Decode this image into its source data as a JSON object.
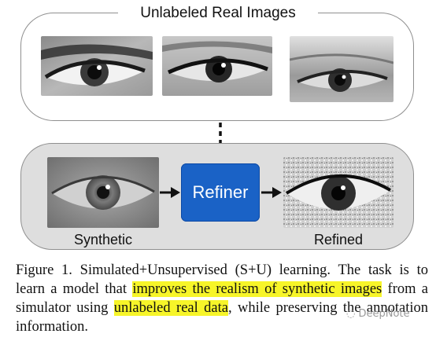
{
  "figure": {
    "real_images_title": "Unlabeled Real Images",
    "refiner_label": "Refiner",
    "synthetic_label": "Synthetic",
    "refined_label": "Refined",
    "refiner_color": "#1a62c6"
  },
  "caption": {
    "prefix": "Figure 1. Simulated+Unsupervised (S+U) learning. The task is to learn a model that ",
    "highlight1": "improves the realism of synthetic images",
    "middle": " from a simulator using ",
    "highlight2": "unlabeled real data",
    "suffix": ", while preserving the annotation information.",
    "highlight_color": "#f7f529"
  },
  "watermark": {
    "text": "DeepNote",
    "icon": "wechat-icon"
  }
}
